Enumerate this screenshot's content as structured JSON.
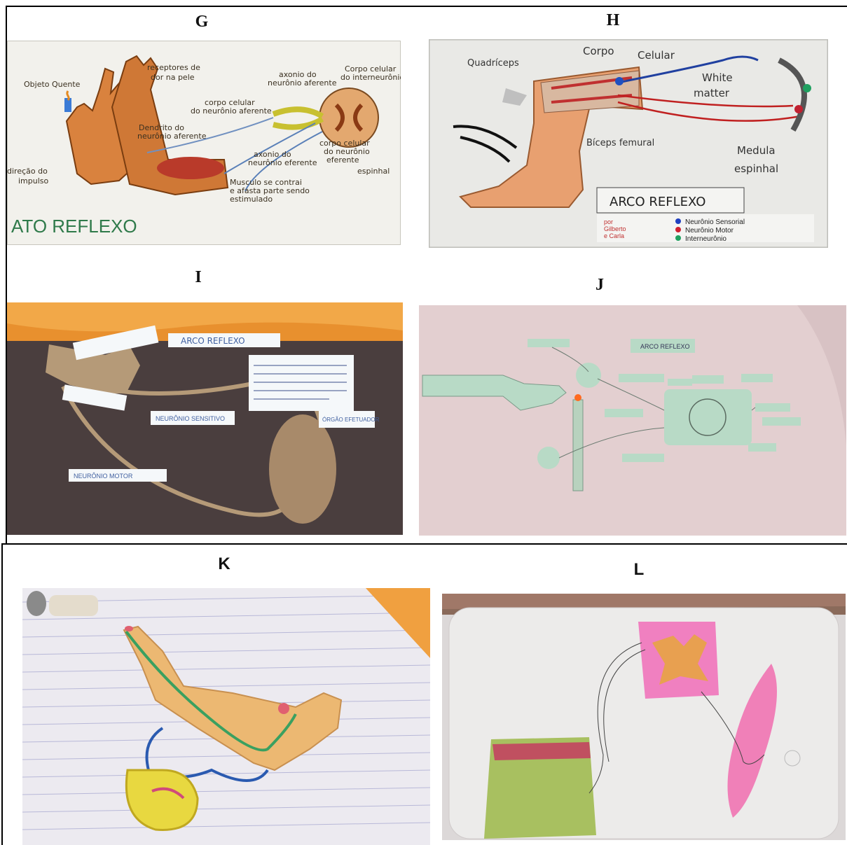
{
  "panels": [
    {
      "id": "G",
      "label": "G",
      "texts": {
        "title": "ATO REFLEXO",
        "t1": "Objeto Quente",
        "t2": "receptores de",
        "t3": "dor na pele",
        "t4": "corpo celular",
        "t5": "do neurônio aferente",
        "t6": "axonio do",
        "t7": "neurônio aferente",
        "t8": "Corpo celular",
        "t9": "do interneurônio",
        "t10": "Dendrito do",
        "t11": "neurônio aferente",
        "t12": "axonio do",
        "t13": "neurônio eferente",
        "t14": "corpo celular",
        "t15": "do neurônio",
        "t16": "eferente",
        "t17": "espinhal",
        "t18": "direção do",
        "t19": "impulso",
        "t20": "Musculo se contrai",
        "t21": "e afasta parte sendo",
        "t22": "estimulado"
      }
    },
    {
      "id": "H",
      "label": "H",
      "texts": {
        "t1": "Quadríceps",
        "t2": "Corpo",
        "t3": "Celular",
        "t4": "White",
        "t5": "matter",
        "t6": "Bíceps femural",
        "t7": "Medula",
        "t8": "espinhal",
        "t9": "ARCO REFLEXO",
        "l1": "Neurônio Sensorial",
        "l2": "Neurônio Motor",
        "l3": "Interneurônio",
        "c1": "por",
        "c2": "Gilberto",
        "c3": "e Carla"
      }
    },
    {
      "id": "I",
      "label": "I",
      "texts": {
        "title": "ARCO REFLEXO",
        "t1": "NEURÔNIO MOTOR",
        "t2": "NEURÔNIO SENSITIVO",
        "t3": "ÓRGÃO EFETUADOR"
      }
    },
    {
      "id": "J",
      "label": "J",
      "texts": {
        "title": "ARCO REFLEXO"
      }
    },
    {
      "id": "K",
      "label": "K",
      "texts": {}
    },
    {
      "id": "L",
      "label": "L",
      "texts": {}
    }
  ],
  "colors": {
    "border": "#000000",
    "background": "#ffffff"
  }
}
